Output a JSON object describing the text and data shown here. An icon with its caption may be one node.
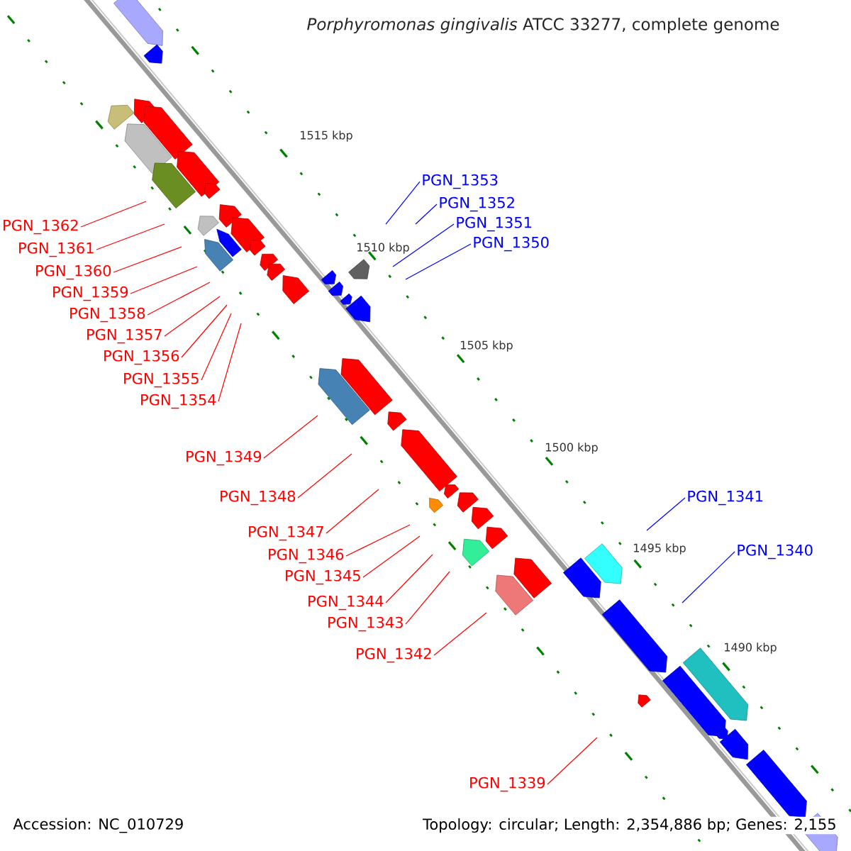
{
  "diagram": {
    "title": "*Porphyromonas gingivalis* ATCC 33277, complete genome",
    "nodes": [
      {
        "text": [
          "PGN_1353"
        ]
      },
      {
        "text": [
          "PGN_1352"
        ]
      },
      {
        "text": [
          "PGN_1351"
        ]
      },
      {
        "text": [
          "PGN_1350"
        ]
      },
      {
        "text": [
          "PGN_1362"
        ]
      },
      {
        "text": [
          "PGN_1361"
        ]
      },
      {
        "text": [
          "PGN_1360"
        ]
      },
      {
        "text": [
          "PGN_1359"
        ]
      },
      {
        "text": [
          "PGN_1358"
        ]
      },
      {
        "text": [
          "PGN_1357"
        ]
      },
      {
        "text": [
          "PGN_1356"
        ]
      },
      {
        "text": [
          "PGN_1355"
        ]
      },
      {
        "text": [
          "PGN_1354"
        ]
      },
      {
        "text": [
          "PGN_1349"
        ]
      },
      {
        "text": [
          "PGN_1348"
        ]
      },
      {
        "text": [
          "PGN_1347"
        ]
      },
      {
        "text": [
          "PGN_1346"
        ]
      },
      {
        "text": [
          "PGN_1345"
        ]
      },
      {
        "text": [
          "PGN_1344"
        ]
      },
      {
        "text": [
          "PGN_1343"
        ]
      },
      {
        "text": [
          "PGN_1342"
        ]
      },
      {
        "text": [
          "PGN_1341"
        ]
      },
      {
        "text": [
          "PGN_1340"
        ]
      },
      {
        "text": [
          "PGN_1339"
        ]
      }
    ],
    "edges": [
      {
        "from": 0,
        "to": null,
        "arrow": "none",
        "color": "#0000ff"
      },
      {
        "from": 1,
        "to": null,
        "arrow": "none",
        "color": "#0000ff"
      },
      {
        "from": 2,
        "to": null,
        "arrow": "none",
        "color": "#0000ff"
      },
      {
        "from": 3,
        "to": null,
        "arrow": "none",
        "color": "#0000ff"
      },
      {
        "from": 4,
        "to": null,
        "arrow": "none"
      },
      {
        "from": 5,
        "to": null,
        "arrow": "none"
      },
      {
        "from": 6,
        "to": null,
        "arrow": "none"
      },
      {
        "from": 7,
        "to": null,
        "arrow": "none"
      },
      {
        "from": 8,
        "to": null,
        "arrow": "none"
      },
      {
        "from": 9,
        "to": null,
        "arrow": "none"
      },
      {
        "from": 10,
        "to": null,
        "arrow": "none"
      },
      {
        "from": 11,
        "to": null,
        "arrow": "none"
      },
      {
        "from": 12,
        "to": null,
        "arrow": "none"
      },
      {
        "from": 13,
        "to": null,
        "arrow": "none"
      },
      {
        "from": 14,
        "to": null,
        "arrow": "none"
      },
      {
        "from": 15,
        "to": null,
        "arrow": "none"
      },
      {
        "from": 16,
        "to": null,
        "arrow": "none"
      },
      {
        "from": 17,
        "to": null,
        "arrow": "none"
      },
      {
        "from": 18,
        "to": null,
        "arrow": "none"
      },
      {
        "from": 19,
        "to": null,
        "arrow": "none"
      },
      {
        "from": 20,
        "to": null,
        "arrow": "none"
      },
      {
        "from": 21,
        "to": null,
        "arrow": "none",
        "color": "#0000ff"
      },
      {
        "from": 22,
        "to": null,
        "arrow": "none",
        "color": "#0000ff"
      },
      {
        "from": 23,
        "to": null,
        "arrow": "none"
      }
    ],
    "labels": [
      "1515 kbp",
      "1510 kbp",
      "1505 kbp",
      "1500 kbp",
      "1495 kbp",
      "1490 kbp",
      "Accession: NC_010729",
      "Topology: circular; Length: 2,354,886 bp; Genes: 2,155"
    ]
  }
}
